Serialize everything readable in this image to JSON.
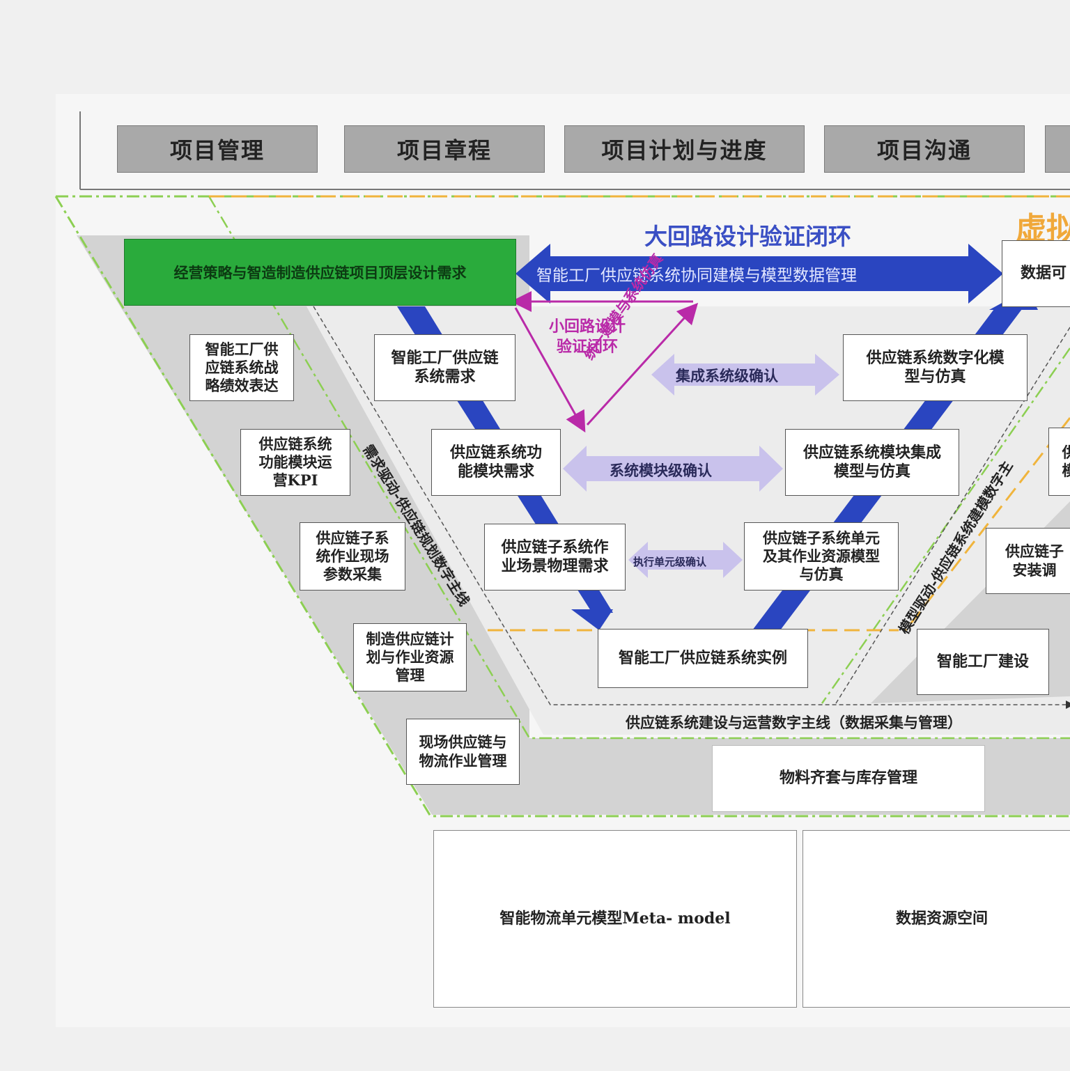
{
  "tabs": [
    "项目管理",
    "项目章程",
    "项目计划与进度",
    "项目沟通"
  ],
  "corner_title": "虚拟",
  "loop_title": "大回路设计验证闭环",
  "top_requirement": "经营策略与智造制造供应链项目顶层设计需求",
  "main_arrow": "智能工厂供应链系统协同建模与模型数据管理",
  "right_top_box": "数据可",
  "small_loop": [
    "小回路设计",
    "验证闭环"
  ],
  "unified_modeling": "统一建模与系统仿真",
  "left_stack": [
    [
      "智能工厂供",
      "应链系统战",
      "略绩效表达"
    ],
    [
      "供应链系统",
      "功能模块运",
      "营KPI"
    ],
    [
      "供应链子系",
      "统作业现场",
      "参数采集"
    ],
    [
      "制造供应链计",
      "划与作业资源",
      "管理"
    ],
    [
      "现场供应链与",
      "物流作业管理"
    ]
  ],
  "v_left": [
    [
      "智能工厂供应链",
      "系统需求"
    ],
    [
      "供应链系统功",
      "能模块需求"
    ],
    [
      "供应链子系统作",
      "业场景物理需求"
    ]
  ],
  "v_right": [
    [
      "供应链系统数字化模",
      "型与仿真"
    ],
    [
      "供应链系统模块集成",
      "模型与仿真"
    ],
    [
      "供应链子系统单元",
      "及其作业资源模型",
      "与仿真"
    ]
  ],
  "confirm_arrows": [
    "集成系统级确认",
    "系统模块级确认",
    "执行单元级确认"
  ],
  "bottom_v": "智能工厂供应链系统实例",
  "left_thread": "需求驱动-供应链规划数字主线",
  "right_thread": "模型驱动-供应链系统建模数字主",
  "right_partial": [
    [
      "供",
      "模"
    ],
    [
      "供应链子",
      "安装调"
    ]
  ],
  "factory_build": "智能工厂建设",
  "bottom_thread": "供应链系统建设与运营数字主线（数据采集与管理）",
  "material_box": "物料齐套与库存管理",
  "meta_model": "智能物流单元模型Meta- model",
  "data_space": "数据资源空间",
  "colors": {
    "tab_gray": "#a9a9a9",
    "green": "#2aab3c",
    "blue": "#2a45c0",
    "purple": "#b92aa8",
    "lavender": "#c9c2ec",
    "dash_green": "#8ccf52",
    "dash_orange": "#f0b43c"
  }
}
